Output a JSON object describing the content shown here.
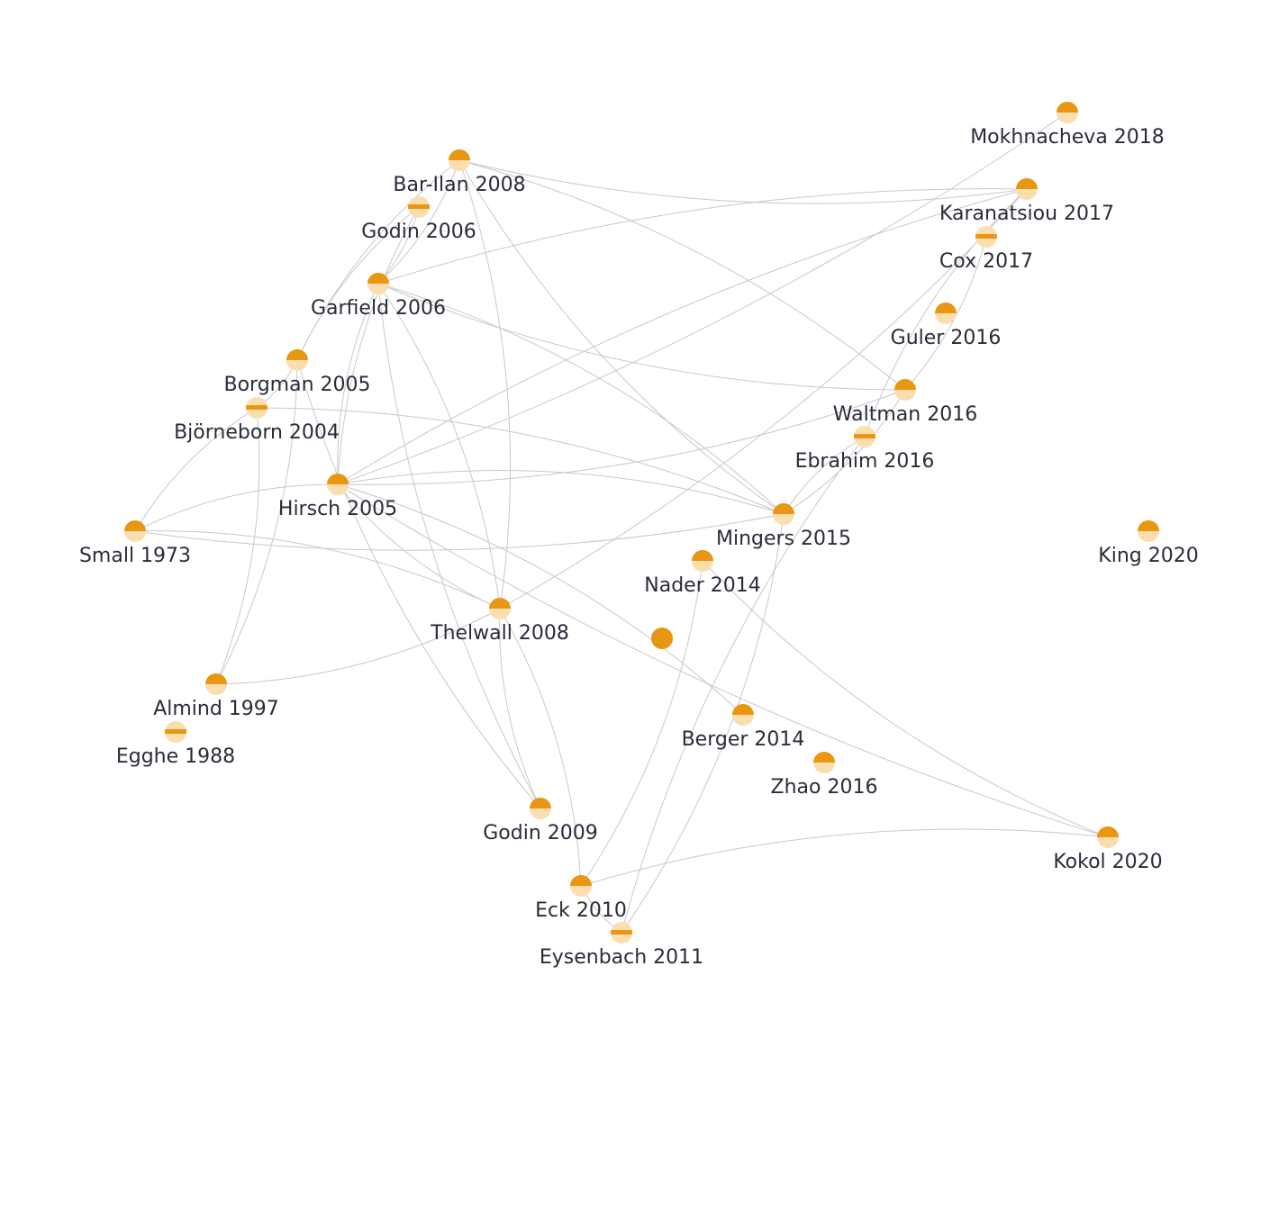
{
  "graph": {
    "colors": {
      "node_full": "#e99713",
      "node_light": "#fbdeb0",
      "edge": "#c8c8c8",
      "label": "#2b2b3b"
    },
    "nodes": [
      {
        "id": "mokhnacheva-2018",
        "label": "Mokhnacheva 2018",
        "fill": 0.5
      },
      {
        "id": "bar-ilan-2008",
        "label": "Bar-Ilan 2008",
        "fill": 0.5
      },
      {
        "id": "karanatsiou-2017",
        "label": "Karanatsiou 2017",
        "fill": 0.5
      },
      {
        "id": "godin-2006",
        "label": "Godin 2006",
        "fill": 0.4
      },
      {
        "id": "cox-2017",
        "label": "Cox 2017",
        "fill": 0.4
      },
      {
        "id": "garfield-2006",
        "label": "Garfield 2006",
        "fill": 0.5
      },
      {
        "id": "guler-2016",
        "label": "Guler 2016",
        "fill": 0.5
      },
      {
        "id": "borgman-2005",
        "label": "Borgman 2005",
        "fill": 0.5
      },
      {
        "id": "waltman-2016",
        "label": "Waltman 2016",
        "fill": 0.5
      },
      {
        "id": "bjorneborn-2004",
        "label": "Björneborn 2004",
        "fill": 0.4
      },
      {
        "id": "ebrahim-2016",
        "label": "Ebrahim 2016",
        "fill": 0.4
      },
      {
        "id": "hirsch-2005",
        "label": "Hirsch 2005",
        "fill": 0.5
      },
      {
        "id": "small-1973",
        "label": "Small 1973",
        "fill": 0.5
      },
      {
        "id": "mingers-2015",
        "label": "Mingers 2015",
        "fill": 0.5
      },
      {
        "id": "king-2020",
        "label": "King 2020",
        "fill": 0.5
      },
      {
        "id": "nader-2014",
        "label": "Nader 2014",
        "fill": 0.5
      },
      {
        "id": "thelwall-2008",
        "label": "Thelwall 2008",
        "fill": 0.5
      },
      {
        "id": "unlabeled-node",
        "label": "",
        "fill": 1.0
      },
      {
        "id": "almind-1997",
        "label": "Almind 1997",
        "fill": 0.5
      },
      {
        "id": "berger-2014",
        "label": "Berger 2014",
        "fill": 0.5
      },
      {
        "id": "egghe-1988",
        "label": "Egghe 1988",
        "fill": 0.4
      },
      {
        "id": "zhao-2016",
        "label": "Zhao 2016",
        "fill": 0.5
      },
      {
        "id": "godin-2009",
        "label": "Godin 2009",
        "fill": 0.5
      },
      {
        "id": "kokol-2020",
        "label": "Kokol 2020",
        "fill": 0.5
      },
      {
        "id": "eck-2010",
        "label": "Eck 2010",
        "fill": 0.5
      },
      {
        "id": "eysenbach-2011",
        "label": "Eysenbach 2011",
        "fill": 0.4
      }
    ],
    "edges": [
      [
        "bar-ilan-2008",
        "karanatsiou-2017"
      ],
      [
        "bar-ilan-2008",
        "waltman-2016"
      ],
      [
        "bar-ilan-2008",
        "mingers-2015"
      ],
      [
        "bar-ilan-2008",
        "garfield-2006"
      ],
      [
        "bar-ilan-2008",
        "borgman-2005"
      ],
      [
        "bar-ilan-2008",
        "thelwall-2008"
      ],
      [
        "godin-2006",
        "borgman-2005"
      ],
      [
        "godin-2006",
        "garfield-2006"
      ],
      [
        "godin-2006",
        "hirsch-2005"
      ],
      [
        "garfield-2006",
        "karanatsiou-2017"
      ],
      [
        "garfield-2006",
        "waltman-2016"
      ],
      [
        "garfield-2006",
        "mingers-2015"
      ],
      [
        "garfield-2006",
        "hirsch-2005"
      ],
      [
        "garfield-2006",
        "thelwall-2008"
      ],
      [
        "garfield-2006",
        "godin-2009"
      ],
      [
        "borgman-2005",
        "bjorneborn-2004"
      ],
      [
        "borgman-2005",
        "godin-2009"
      ],
      [
        "bjorneborn-2004",
        "mingers-2015"
      ],
      [
        "bjorneborn-2004",
        "small-1973"
      ],
      [
        "bjorneborn-2004",
        "almind-1997"
      ],
      [
        "hirsch-2005",
        "mokhnacheva-2018"
      ],
      [
        "hirsch-2005",
        "karanatsiou-2017"
      ],
      [
        "hirsch-2005",
        "waltman-2016"
      ],
      [
        "hirsch-2005",
        "mingers-2015"
      ],
      [
        "hirsch-2005",
        "thelwall-2008"
      ],
      [
        "hirsch-2005",
        "berger-2014"
      ],
      [
        "hirsch-2005",
        "kokol-2020"
      ],
      [
        "small-1973",
        "hirsch-2005"
      ],
      [
        "small-1973",
        "mingers-2015"
      ],
      [
        "small-1973",
        "thelwall-2008"
      ],
      [
        "thelwall-2008",
        "karanatsiou-2017"
      ],
      [
        "thelwall-2008",
        "almind-1997"
      ],
      [
        "thelwall-2008",
        "godin-2009"
      ],
      [
        "thelwall-2008",
        "eck-2010"
      ],
      [
        "almind-1997",
        "borgman-2005"
      ],
      [
        "mingers-2015",
        "ebrahim-2016"
      ],
      [
        "mingers-2015",
        "waltman-2016"
      ],
      [
        "mingers-2015",
        "eysenbach-2011"
      ],
      [
        "waltman-2016",
        "cox-2017"
      ],
      [
        "ebrahim-2016",
        "karanatsiou-2017"
      ],
      [
        "ebrahim-2016",
        "eysenbach-2011"
      ],
      [
        "nader-2014",
        "eck-2010"
      ],
      [
        "nader-2014",
        "kokol-2020"
      ],
      [
        "eck-2010",
        "kokol-2020"
      ],
      [
        "eck-2010",
        "eysenbach-2011"
      ]
    ]
  }
}
